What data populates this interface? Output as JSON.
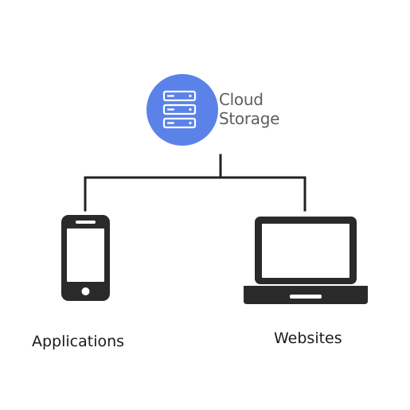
{
  "cloud": {
    "line1": "Cloud",
    "line2": "Storage",
    "icon": "server-stack-icon",
    "color": "#5b82e8"
  },
  "devices": {
    "applications": {
      "label": "Applications",
      "icon": "smartphone-icon"
    },
    "websites": {
      "label": "Websites",
      "icon": "laptop-icon"
    }
  },
  "colors": {
    "line": "#222222",
    "device": "#2a2a2a",
    "text": "#1a1a1a",
    "cloud_text": "#5e5e5e"
  }
}
